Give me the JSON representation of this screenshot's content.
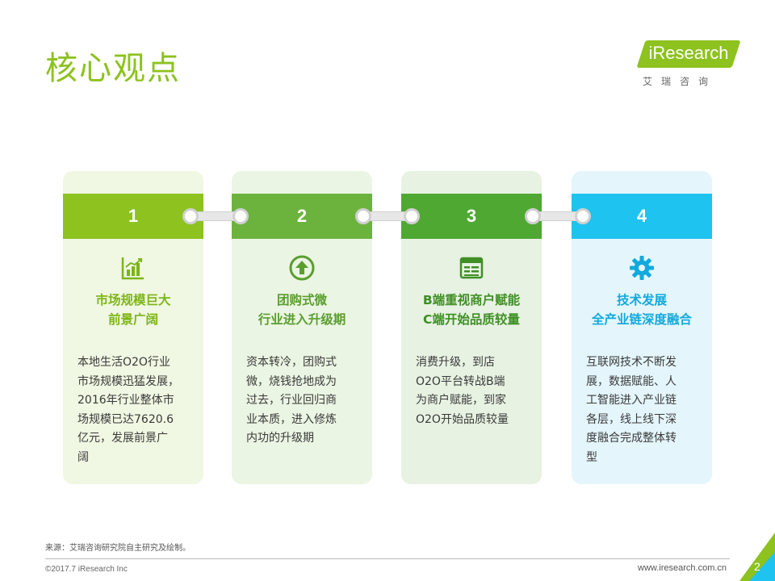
{
  "page": {
    "title": "核心观点",
    "logo_text": "iResearch",
    "logo_subtitle": "艾瑞咨询",
    "source": "来源：艾瑞咨询研究院自主研究及绘制。",
    "copyright": "©2017.7 iResearch Inc",
    "website": "www.iresearch.com.cn",
    "page_number": "2"
  },
  "cards": [
    {
      "number": "1",
      "icon": "bar-chart-icon",
      "heading": [
        "市场规模巨大",
        "前景广阔"
      ],
      "body": [
        "本地生活O2O行业",
        "市场规模迅猛发展，",
        "2016年行业整体市",
        "场规模已达7620.6",
        "亿元，发展前景广",
        "阔"
      ],
      "band_color": "#8dc21f",
      "bg_color": "#f0f7e2",
      "text_color": "#7cb518"
    },
    {
      "number": "2",
      "icon": "arrow-up-circle-icon",
      "heading": [
        "团购式微",
        "行业进入升级期"
      ],
      "body": [
        "资本转冷，团购式",
        "微，烧钱抢地成为",
        "过去，行业回归商",
        "业本质，进入修炼",
        "内功的升级期"
      ],
      "band_color": "#6cb33e",
      "bg_color": "#ebf5e3",
      "text_color": "#5a9e2f"
    },
    {
      "number": "3",
      "icon": "browser-window-icon",
      "heading": [
        "B端重视商户赋能",
        "C端开始品质较量"
      ],
      "body": [
        "消费升级，到店",
        "O2O平台转战B端",
        "为商户赋能，到家",
        "O2O开始品质较量"
      ],
      "band_color": "#4fa832",
      "bg_color": "#e7f2e2",
      "text_color": "#3f8f25"
    },
    {
      "number": "4",
      "icon": "gear-icon",
      "heading": [
        "技术发展",
        "全产业链深度融合"
      ],
      "body": [
        "互联网技术不断发",
        "展，数据赋能、人",
        "工智能进入产业链",
        "各层，线上线下深",
        "度融合完成整体转",
        "型"
      ],
      "band_color": "#1ec3f0",
      "bg_color": "#e4f6fc",
      "text_color": "#12a9dc"
    }
  ]
}
